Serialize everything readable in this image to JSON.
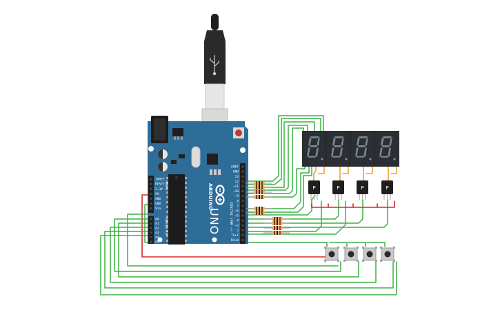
{
  "board": {
    "name": "Arduino UNO",
    "brand_text": "ARDUINO",
    "model_text": "UNO",
    "digital_header_label": "DIGITAL (PWM ~)",
    "power_header_label": "POWER",
    "analog_header_label": "ANALOG IN",
    "digital_pins": [
      "AREF",
      "GND",
      "13",
      "12",
      "~11",
      "~10",
      "~9",
      "8",
      "7",
      "~6",
      "~5",
      "4",
      "~3",
      "2",
      "TX▸1",
      "RX◂0"
    ],
    "power_pins": [
      "IOREF",
      "RESET",
      "3.3V",
      "5V",
      "GND",
      "GND",
      "Vin"
    ],
    "analog_pins": [
      "A0",
      "A1",
      "A2",
      "A3",
      "A4",
      "A5"
    ],
    "board_color": "#2f6d99"
  },
  "display": {
    "digits": [
      "8",
      "8",
      "8",
      "8"
    ],
    "segment_color": "#7f8890",
    "body_color": "#2b2f33"
  },
  "transistors": [
    "P",
    "P",
    "P",
    "P"
  ],
  "buttons_count": 4,
  "wire_colors": {
    "green": "#3cb043",
    "red": "#d62828",
    "orange": "#f0a030"
  }
}
